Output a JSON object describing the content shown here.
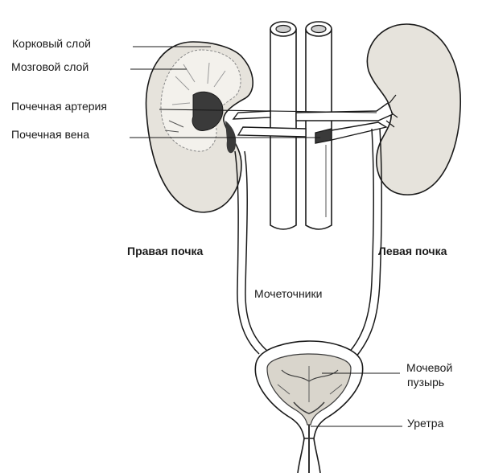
{
  "labels": {
    "cortex": "Корковый слой",
    "medulla": "Мозговой слой",
    "renal_artery": "Почечная артерия",
    "renal_vein": "Почечная вена",
    "right_kidney": "Правая почка",
    "left_kidney": "Левая почка",
    "ureters": "Мочеточники",
    "bladder_line1": "Мочевой",
    "bladder_line2": "пузырь",
    "urethra": "Уретра"
  },
  "colors": {
    "ink": "#1a1a1a",
    "kidney_fill": "#e6e3dc",
    "vessel_fill": "#ffffff",
    "dark_tissue": "#3a3a3a"
  }
}
